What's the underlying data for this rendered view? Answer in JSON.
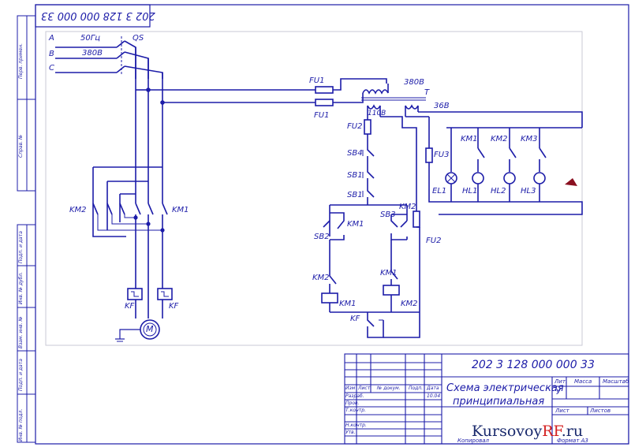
{
  "top_code": "202 3 128 000 000 33",
  "supply": {
    "phases": [
      "A",
      "B",
      "C"
    ],
    "freq": "50Гц",
    "voltage": "380В",
    "switch": "QS"
  },
  "labels": {
    "fu1_top": "FU1",
    "fu1_bottom": "FU1",
    "transformer_in": "380В",
    "transformer": "T",
    "v110": "110В",
    "v36": "36В",
    "fu2_ctrl": "FU2",
    "fu3": "FU3",
    "fu2_right": "FU2",
    "sb4": "SB4",
    "sb1a": "SB1",
    "sb1b": "SB1",
    "km1_lamp": "KM1",
    "km2_lamp": "KM2",
    "km3_lamp": "KM3",
    "el1": "EL1",
    "hl1": "HL1",
    "hl2": "HL2",
    "hl3": "HL3",
    "km2_power": "KM2",
    "km1_power": "KM1",
    "sb3": "SB3",
    "km2_c": "KM2",
    "sb2": "SB2",
    "km1_c": "KM1",
    "km2_nc": "KM2",
    "km1_nc": "KM1",
    "km1_coil": "KM1",
    "km2_coil": "KM2",
    "kf_ctrl": "KF",
    "kf_left": "KF",
    "kf_right": "KF",
    "motor": "M"
  },
  "side_stamp": [
    "Инв. № подл.",
    "Подп. и дата",
    "Взам. инв. №",
    "Инв. № дубл.",
    "Подп. и дата",
    "Справ. №",
    "Перв. примен."
  ],
  "title_block": {
    "doc_code": "202 3 128 000 000 33",
    "title_line1": "Схема электрическая",
    "title_line2": "принципиальная",
    "columns": [
      "Изм",
      "Лист",
      "№ докум.",
      "Подп.",
      "Дата"
    ],
    "rows": [
      "Разраб.",
      "Пров.",
      "Т.контр.",
      "Н.контр.",
      "Утв."
    ],
    "date": "10.04",
    "lit": "Лит.",
    "mass": "Масса",
    "scale": "Масштаб",
    "lit_val": "У",
    "sheet": "Лист",
    "sheets": "Листов",
    "kopiroval": "Копировал",
    "format": "Формат A3"
  },
  "watermark": {
    "part1": "Kursovoy",
    "part2": "RF",
    "part3": ".ru"
  }
}
